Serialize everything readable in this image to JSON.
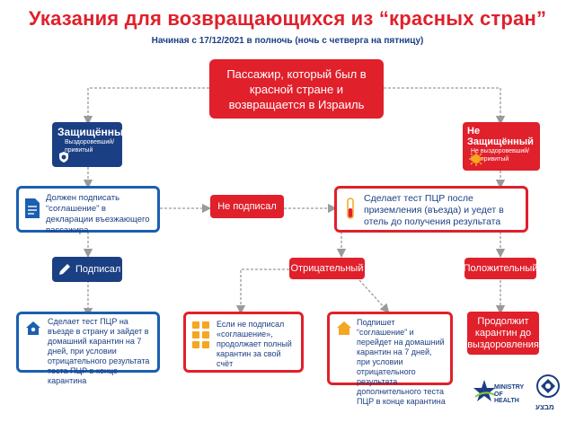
{
  "title": "Указания для возвращающихся из “красных стран”",
  "subtitle": "Начиная с 17/12/2021 в полночь (ночь с четверга на пятницу)",
  "root": "Пассажир, который был в красной стране и возвращается в Израиль",
  "protected": {
    "title": "Защищённый",
    "sub": "Выздоровевший/ привитый"
  },
  "unprotected": {
    "title": "Не Защищённый",
    "sub": "Не выздоровевший/ Не привитый"
  },
  "declaration": "Должен подписать “соглашение” в декларации въезжающего пассажира",
  "not_signed": "Не подписал",
  "pcr_hotel": "Сделает тест ПЦР после приземления (въезда) и уедет в отель до получения результата",
  "signed": "Подписал",
  "negative": "Отрицательный",
  "positive": "Положительный",
  "signed_result": "Сделает тест ПЦР на въезде в страну и зайдет в домашний карантин на 7 дней, при условии отрицательного результата теста ПЦР в конце карантина",
  "not_signed_result": "Если не подписал «соглашение», продолжает полный карантин за свой счёт",
  "negative_result": "Подпишет “соглашение” и перейдет на домашний карантин на 7 дней, при условии отрицательного результата дополнительного теста ПЦР в конце карантина",
  "positive_result": "Продолжит карантин до выздоровления",
  "logos": {
    "moh_line1": "MINISTRY",
    "moh_line2": "OF HEALTH",
    "partner": "מבצע"
  },
  "colors": {
    "red": "#e0202b",
    "navy": "#1b3f83",
    "blue": "#1b5fb0",
    "orange": "#f5a623",
    "line": "#9a9a9a"
  }
}
